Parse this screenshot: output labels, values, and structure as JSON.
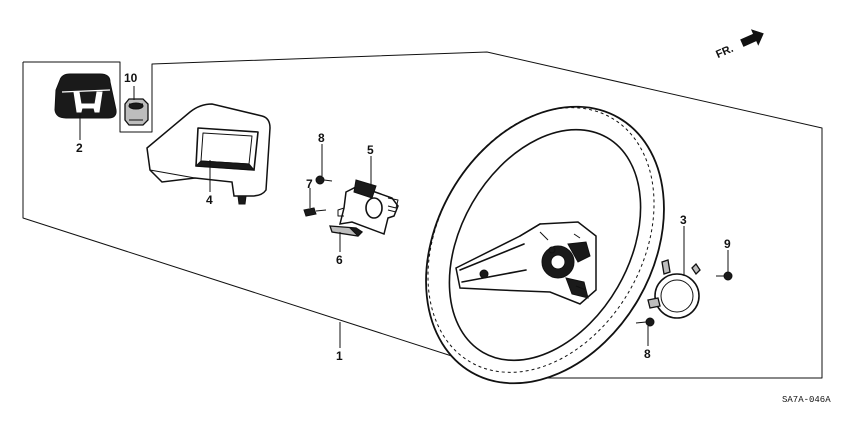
{
  "callouts": {
    "p1": "1",
    "p2": "2",
    "p3": "3",
    "p4": "4",
    "p5": "5",
    "p6": "6",
    "p7": "7",
    "p8a": "8",
    "p8b": "8",
    "p9": "9",
    "p10": "10"
  },
  "direction_label": "FR.",
  "diagram_code": "SA7A-046A"
}
